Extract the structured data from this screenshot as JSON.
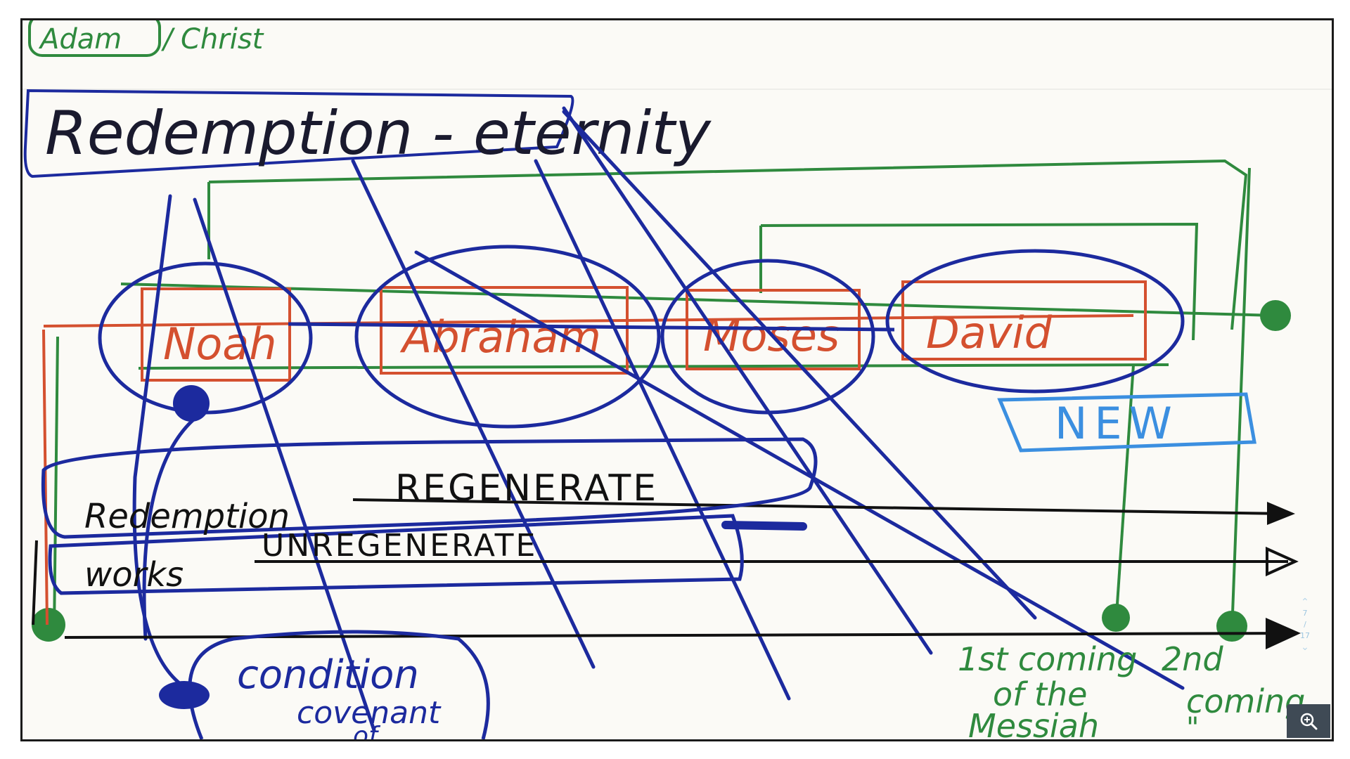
{
  "whiteboard": {
    "top_label": "Adam / Christ",
    "top_label_left": "Adam",
    "top_label_sep": "/",
    "top_label_right": "Christ",
    "header_box": "Redemption - eternity",
    "covenants": [
      "Noah",
      "Abraham",
      "Moses",
      "David"
    ],
    "new_label": "NEW",
    "line1_left": "Redemption",
    "line1_right": "REGENERATE",
    "line2_left": "works",
    "line2_right": "UNREGENERATE",
    "bottom_circle_line1": "condition",
    "bottom_circle_line2": "covenant",
    "bottom_circle_line3": "of",
    "first_coming_line1": "1st coming",
    "first_coming_line2": "of the",
    "first_coming_line3": "Messiah",
    "second_coming_line1": "2nd",
    "second_coming_line2": "coming",
    "second_coming_line3": "\""
  },
  "page_nav": {
    "current": "7",
    "separator": "/",
    "total": "17"
  },
  "colors": {
    "blue_ink": "#1c2a9e",
    "green_ink": "#2f8a3e",
    "red_ink": "#d4502f",
    "light_blue_ink": "#3b8fe0",
    "black_ink": "#111111"
  }
}
